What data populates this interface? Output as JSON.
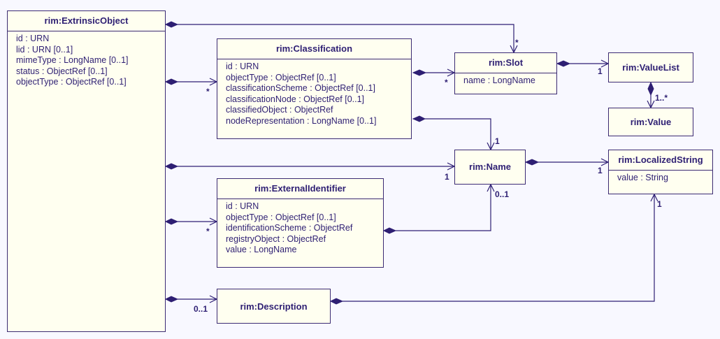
{
  "colors": {
    "line": "#2e1f73",
    "box_fill": "#fffff0",
    "background": "#f8f8ff"
  },
  "classes": {
    "extrinsic": {
      "name": "rim:ExtrinsicObject",
      "attributes": [
        "id : URN",
        "lid : URN [0..1]",
        "mimeType : LongName [0..1]",
        "status : ObjectRef [0..1]",
        "objectType : ObjectRef [0..1]"
      ]
    },
    "classification": {
      "name": "rim:Classification",
      "attributes": [
        "id : URN",
        "objectType : ObjectRef [0..1]",
        "classificationScheme : ObjectRef [0..1]",
        "classificationNode : ObjectRef [0..1]",
        "classifiedObject : ObjectRef",
        "nodeRepresentation : LongName [0..1]"
      ]
    },
    "slot": {
      "name": "rim:Slot",
      "attributes": [
        "name : LongName"
      ]
    },
    "valuelist": {
      "name": "rim:ValueList"
    },
    "value": {
      "name": "rim:Value"
    },
    "name": {
      "name": "rim:Name"
    },
    "localized": {
      "name": "rim:LocalizedString",
      "attributes": [
        "value : String"
      ]
    },
    "extid": {
      "name": "rim:ExternalIdentifier",
      "attributes": [
        "id : URN",
        "objectType : ObjectRef [0..1]",
        "identificationScheme : ObjectRef",
        "registryObject : ObjectRef",
        "value : LongName"
      ]
    },
    "description": {
      "name": "rim:Description"
    }
  },
  "multiplicities": {
    "eo_slot": "*",
    "eo_classification": "*",
    "class_slot": "*",
    "slot_valuelist": "1",
    "valuelist_value": "1..*",
    "class_name": "1",
    "eo_name": "1",
    "name_localized": "1",
    "extid_name": "0..1",
    "eo_extid": "*",
    "desc_localized": "1",
    "eo_description": "0..1"
  }
}
